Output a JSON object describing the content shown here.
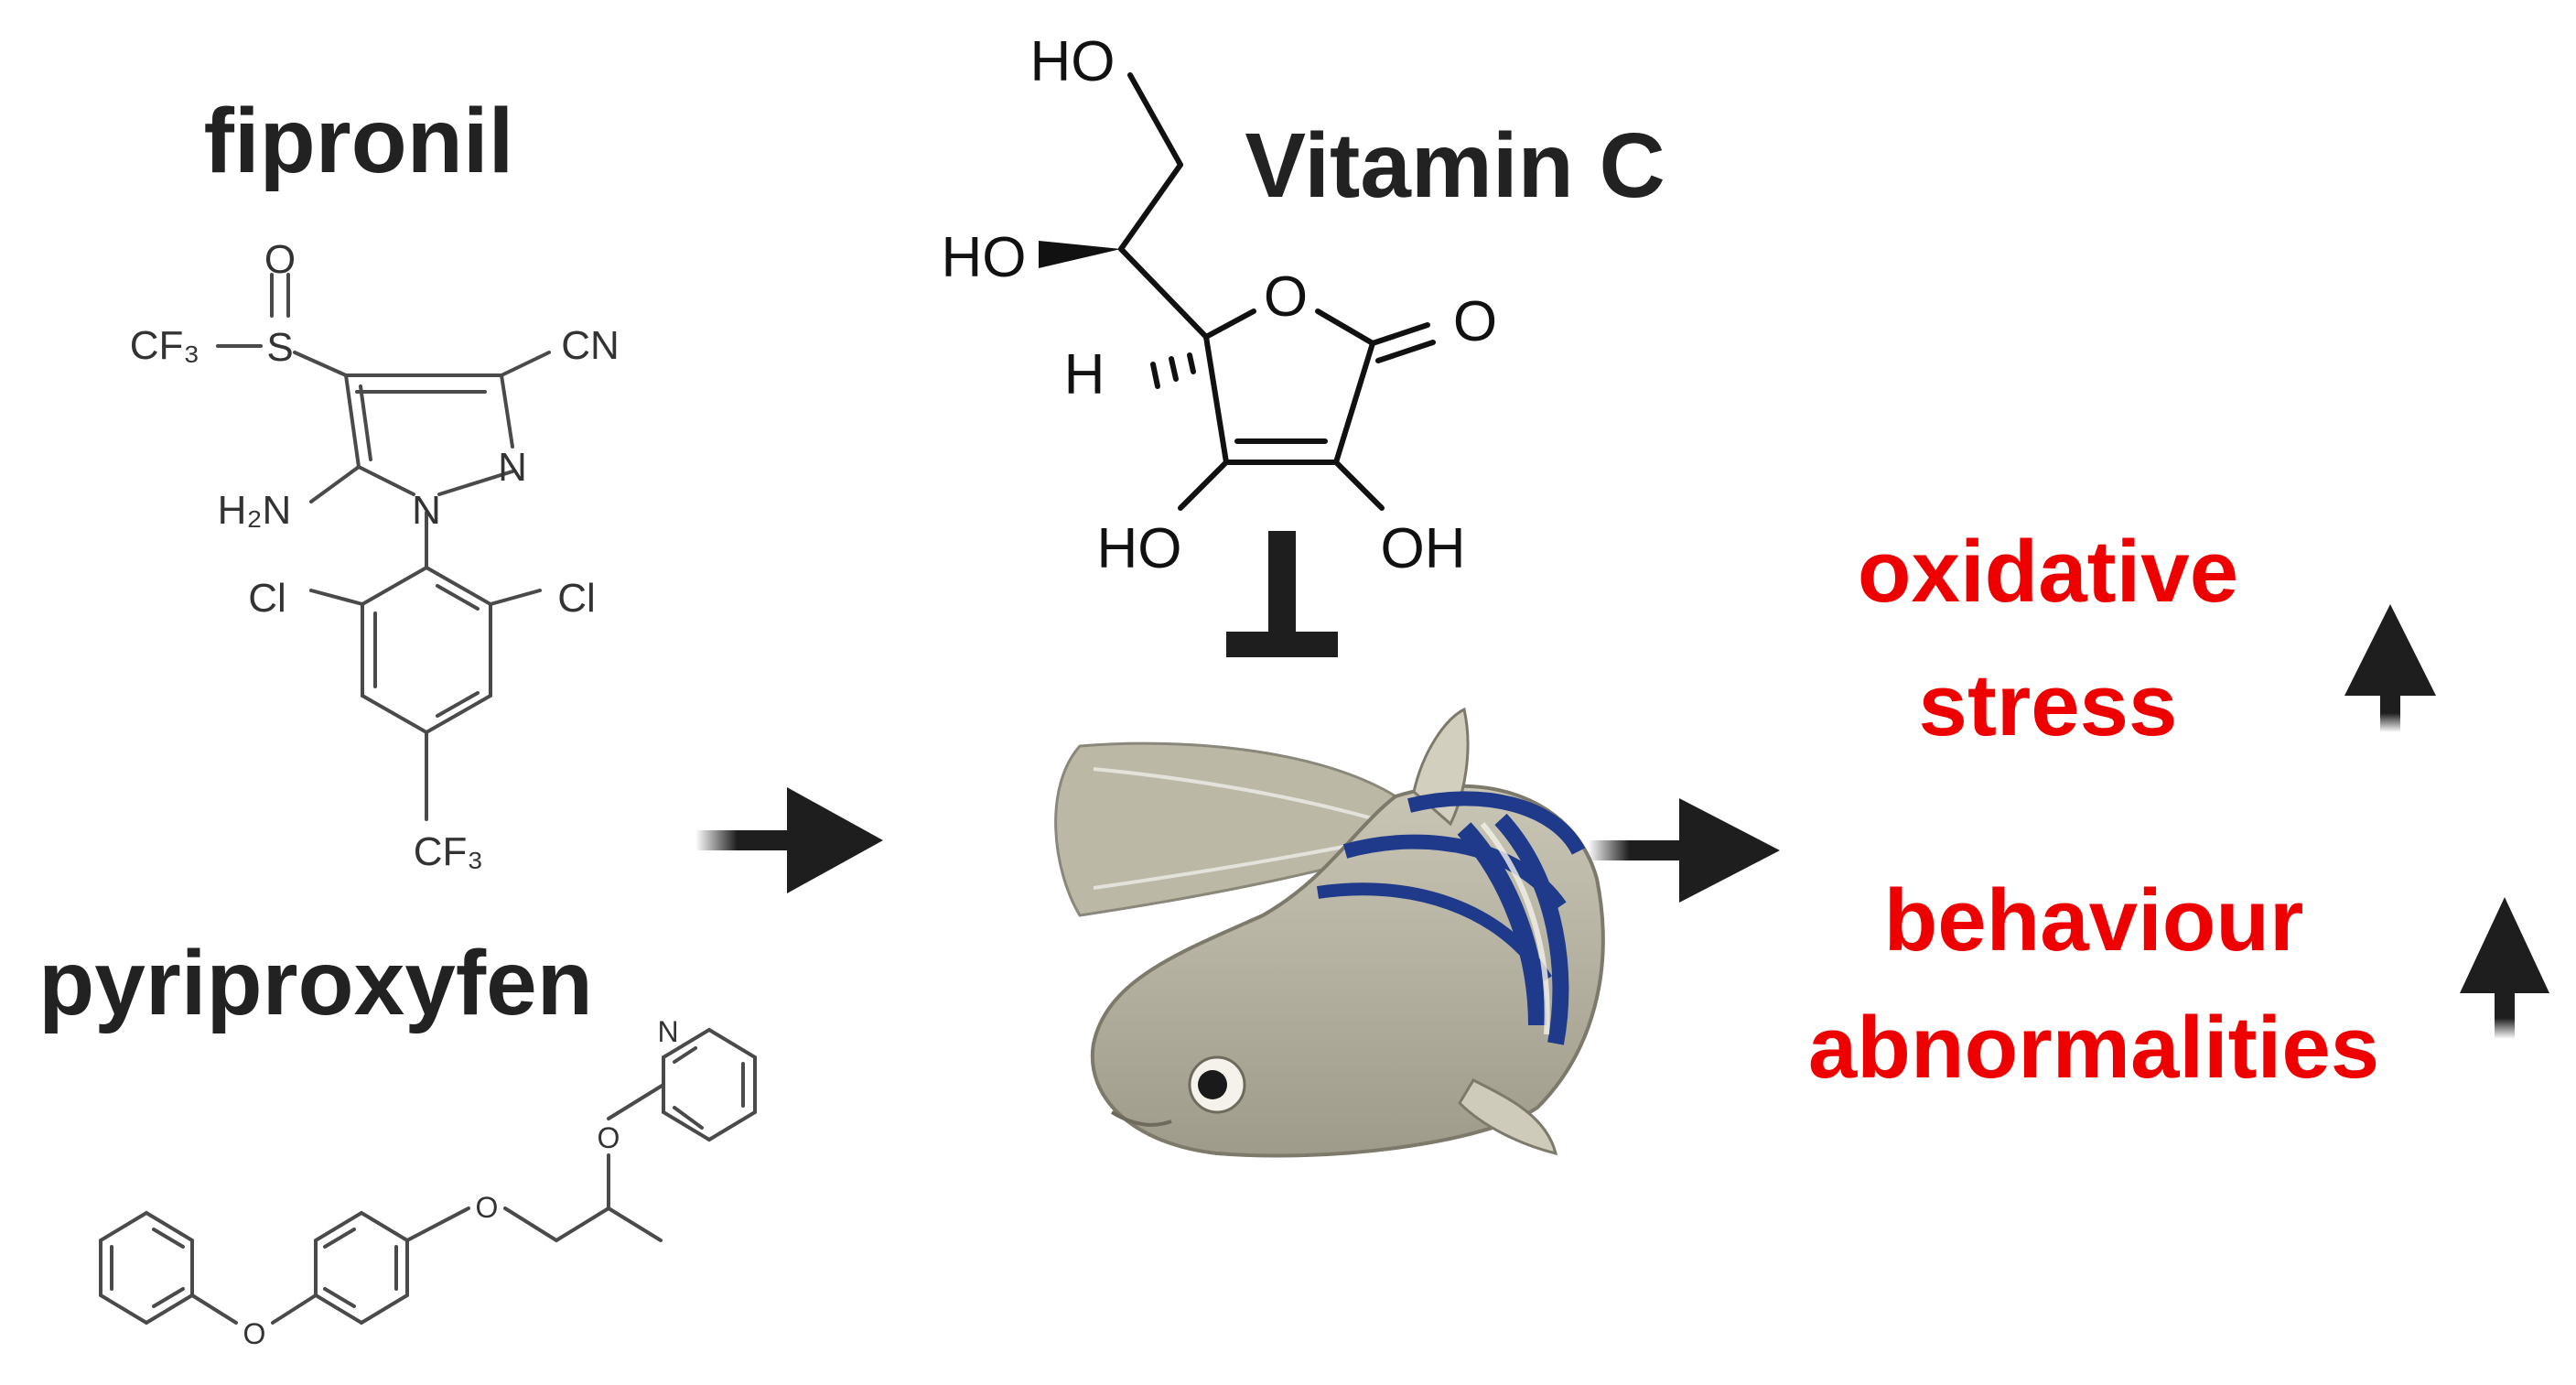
{
  "compounds": {
    "fipronil": {
      "name": "fipronil",
      "atoms": {
        "o": "O",
        "cf3_left": "CF₃",
        "s": "S",
        "cn": "CN",
        "h2n": "H₂N",
        "n_ring": "N",
        "n_pyr": "N",
        "cl_left": "Cl",
        "cl_right": "Cl",
        "cf3_bottom": "CF₃"
      }
    },
    "pyriproxyfen": {
      "name": "pyriproxyfen",
      "atoms": {
        "n_pyridine": "N",
        "o_upper": "O",
        "o_middle": "O",
        "o_lower": "O"
      }
    },
    "vitamin_c": {
      "name": "Vitamin C",
      "atoms": {
        "ho_top": "HO",
        "ho_wedge": "HO",
        "h": "H",
        "o_ring": "O",
        "o_carbonyl": "O",
        "ho_left": "HO",
        "oh_right": "OH"
      }
    }
  },
  "effects": {
    "effect_1": {
      "line1": "oxidative",
      "line2": "stress",
      "trend": "up"
    },
    "effect_2": {
      "line1": "behaviour",
      "line2": "abnormalities",
      "trend": "up"
    }
  },
  "colors": {
    "effect_text": "#ee0000",
    "arrow": "#1e1e1e",
    "title_text": "#222222",
    "fish_body": "#b9b6a4",
    "fish_stripe": "#1f3a8a"
  },
  "icons": [
    "right-arrow-icon",
    "inhibition-icon",
    "up-arrow-icon",
    "zebrafish-icon"
  ]
}
